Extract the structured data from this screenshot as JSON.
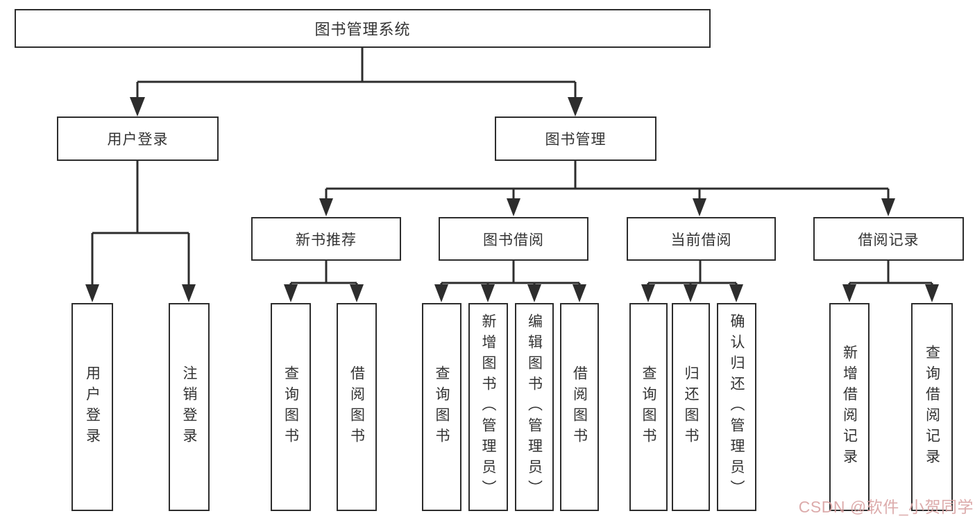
{
  "diagram": {
    "watermark": "CSDN @软件_小贺同学",
    "colors": {
      "line": "#2d2d2d",
      "box_border": "#2d2d2d",
      "box_background": "#ffffff",
      "text": "#333333",
      "watermark_text": "#d9a2a2"
    },
    "nodes": {
      "root": {
        "label": "图书管理系统"
      },
      "user_login_module": {
        "label": "用户登录"
      },
      "book_management": {
        "label": "图书管理"
      },
      "new_book_recommend": {
        "label": "新书推荐"
      },
      "book_borrow": {
        "label": "图书借阅"
      },
      "current_borrow": {
        "label": "当前借阅"
      },
      "borrow_records": {
        "label": "借阅记录"
      },
      "user_login": {
        "label": "用户登录"
      },
      "logout": {
        "label": "注销登录"
      },
      "nb_query_books": {
        "label": "查询图书"
      },
      "nb_borrow_books": {
        "label": "借阅图书"
      },
      "bb_query_books": {
        "label": "查询图书"
      },
      "bb_add_books": {
        "label": "新增图书（管理员）"
      },
      "bb_edit_books": {
        "label": "编辑图书（管理员）"
      },
      "bb_borrow_books": {
        "label": "借阅图书"
      },
      "cb_query_books": {
        "label": "查询图书"
      },
      "cb_return_books": {
        "label": "归还图书"
      },
      "cb_confirm_return": {
        "label": "确认归还（管理员）"
      },
      "br_add_record": {
        "label": "新增借阅记录"
      },
      "br_query_record": {
        "label": "查询借阅记录"
      }
    }
  }
}
